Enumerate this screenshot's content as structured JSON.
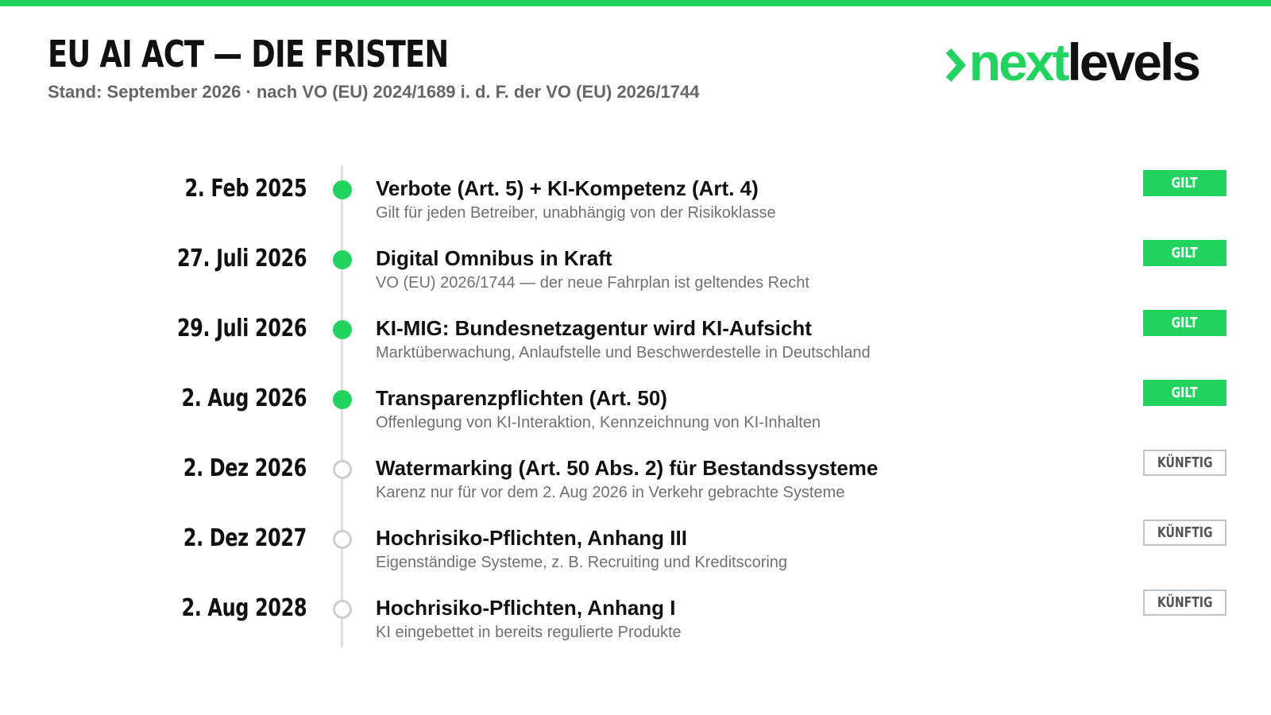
{
  "header": {
    "title": "EU AI ACT — DIE FRISTEN",
    "subtitle": "Stand: September 2026 · nach VO (EU) 2024/1689 i. d. F. der VO (EU) 2026/1744",
    "logo_prefix": "next",
    "logo_suffix": "levels",
    "accent_color": "#22d35f"
  },
  "timeline": [
    {
      "date": "2. Feb 2025",
      "title": "Verbote (Art. 5) + KI-Kompetenz (Art. 4)",
      "description": "Gilt für jeden Betreiber, unabhängig von der Risikoklasse",
      "status": "GILT",
      "state": "active"
    },
    {
      "date": "27. Juli 2026",
      "title": "Digital Omnibus in Kraft",
      "description": "VO (EU) 2026/1744 — der neue Fahrplan ist geltendes Recht",
      "status": "GILT",
      "state": "active"
    },
    {
      "date": "29. Juli 2026",
      "title": "KI-MIG: Bundesnetzagentur wird KI-Aufsicht",
      "description": "Marktüberwachung, Anlaufstelle und Beschwerdestelle in Deutschland",
      "status": "GILT",
      "state": "active"
    },
    {
      "date": "2. Aug 2026",
      "title": "Transparenzpflichten (Art. 50)",
      "description": "Offenlegung von KI-Interaktion, Kennzeichnung von KI-Inhalten",
      "status": "GILT",
      "state": "active"
    },
    {
      "date": "2. Dez 2026",
      "title": "Watermarking (Art. 50 Abs. 2) für Bestandssysteme",
      "description": "Karenz nur für vor dem 2. Aug 2026 in Verkehr gebrachte Systeme",
      "status": "KÜNFTIG",
      "state": "future"
    },
    {
      "date": "2. Dez 2027",
      "title": "Hochrisiko-Pflichten, Anhang III",
      "description": "Eigenständige Systeme, z. B. Recruiting und Kreditscoring",
      "status": "KÜNFTIG",
      "state": "future"
    },
    {
      "date": "2. Aug 2028",
      "title": "Hochrisiko-Pflichten, Anhang I",
      "description": "KI eingebettet in bereits regulierte Produkte",
      "status": "KÜNFTIG",
      "state": "future"
    }
  ]
}
